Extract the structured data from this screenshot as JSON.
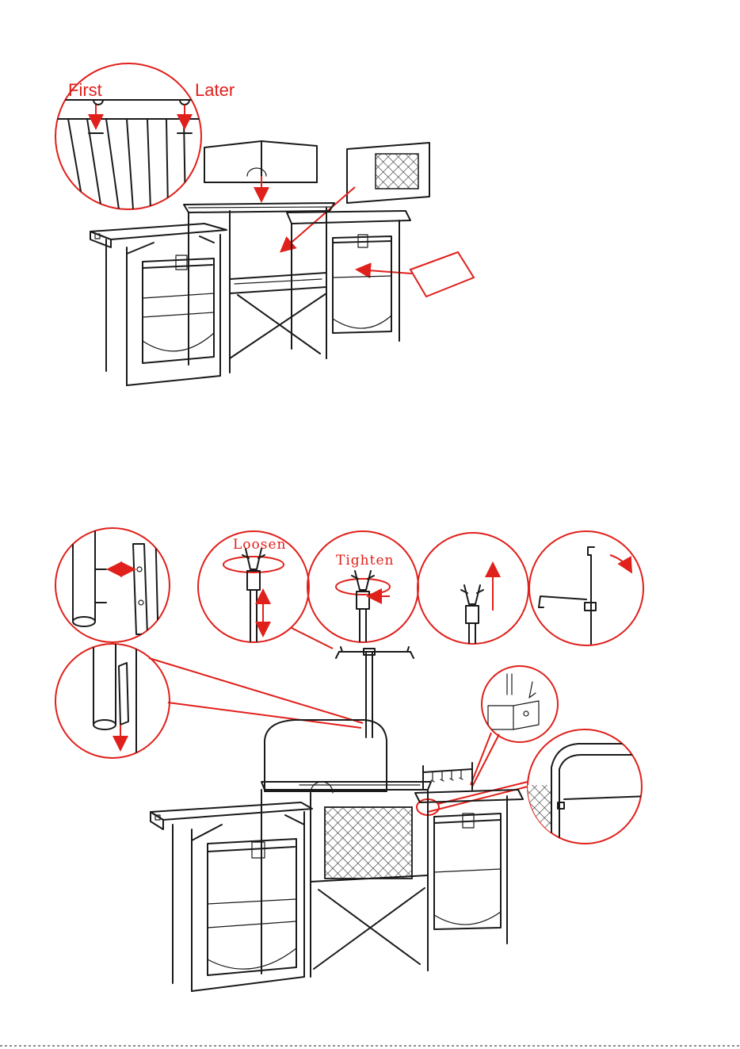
{
  "labels": {
    "first": "First",
    "later": "Later",
    "loosen": "Loosen",
    "tighten": "Tighten"
  },
  "colors": {
    "accent": "#e0201b",
    "line": "#1a1a1a",
    "background": "#ffffff"
  }
}
